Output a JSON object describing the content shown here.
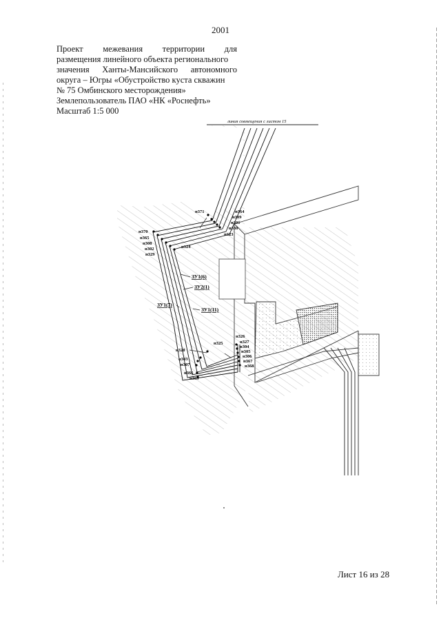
{
  "page_number": "2001",
  "header": {
    "lines": [
      "Проект межевания территории для",
      "размещения линейного объекта регионального",
      "значения Ханты-Мансийского автономного",
      "округа – Югры «Обустройство куста скважин",
      "№ 75 Омбинского месторождения»"
    ],
    "land_user": "Землепользователь ПАО «НК «Роснефть»",
    "scale": "Масштаб 1:5 000"
  },
  "map": {
    "join_line_label": "линия совмещения с листом 15",
    "parcels": {
      "zu1_6": "ЗУ1(6)",
      "zu2_1": "ЗУ2(1)",
      "zu1_7": "ЗУ1(7)",
      "zu1_11": "ЗУ1(11)"
    },
    "points": {
      "n371": "н371",
      "n364": "н364",
      "n309": "н309",
      "n301": "н301",
      "n330": "н330",
      "n323": "н323",
      "n370": "н370",
      "n365": "н365",
      "n308": "н308",
      "n302": "н302",
      "n329": "н329",
      "n324": "н324",
      "n326": "н326",
      "n327": "н327",
      "n304": "н304",
      "n305": "н305",
      "n306": "н306",
      "n367": "н367",
      "n368": "н368",
      "n325": "н325",
      "n328": "н328",
      "n303": "н303",
      "n307": "н307",
      "n366": "н366",
      "n369": "н369"
    }
  },
  "footer": {
    "sheet": "Лист 16 из 28"
  }
}
